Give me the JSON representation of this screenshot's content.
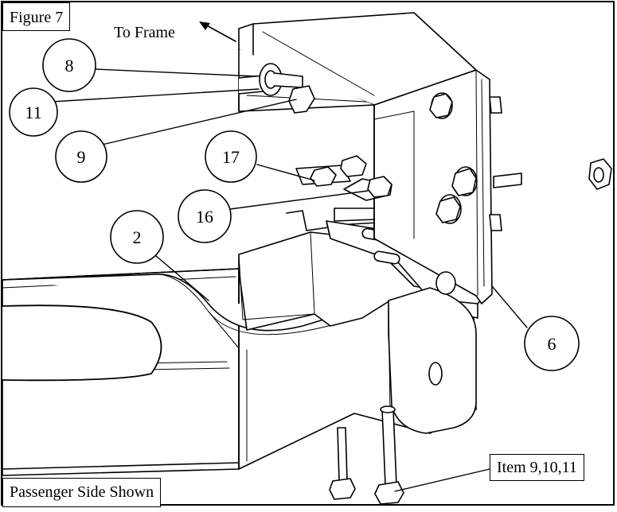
{
  "figure_label": "Figure 7",
  "direction_label": "To Frame",
  "view_note": "Passenger Side Shown",
  "item_note": "Item 9,10,11",
  "callouts": [
    {
      "label": "8"
    },
    {
      "label": "11"
    },
    {
      "label": "9"
    },
    {
      "label": "17"
    },
    {
      "label": "16"
    },
    {
      "label": "2"
    },
    {
      "label": "6"
    }
  ],
  "colors": {
    "line": "#000000",
    "fill": "#ffffff",
    "shade": "#e9e9e9"
  }
}
